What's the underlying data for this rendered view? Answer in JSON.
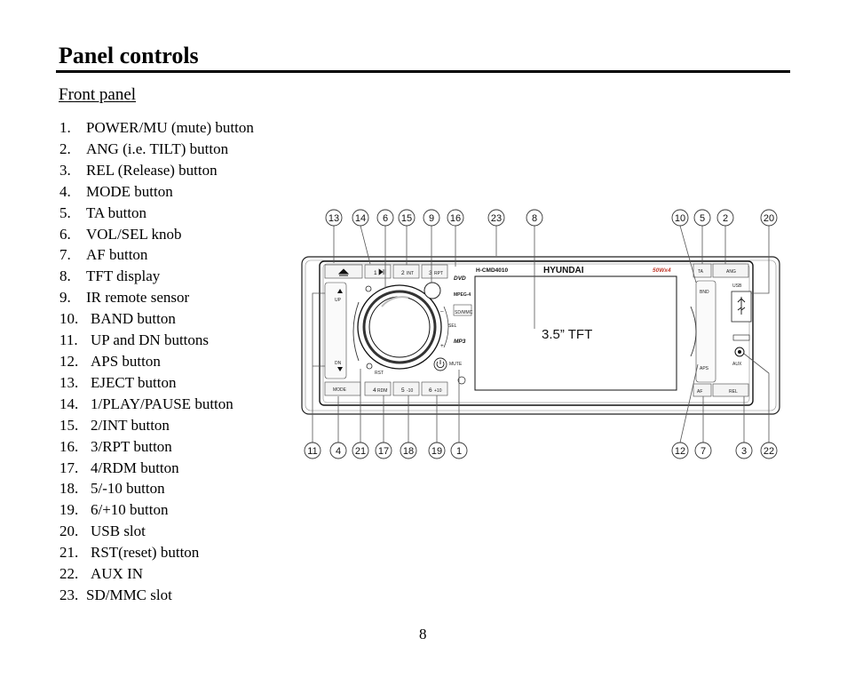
{
  "page": {
    "title": "Panel controls",
    "subtitle": "Front panel",
    "page_number": "8"
  },
  "items": [
    {
      "num": "1.",
      "label": "POWER/MU (mute) button"
    },
    {
      "num": "2.",
      "label": "ANG (i.e. TILT) button"
    },
    {
      "num": "3.",
      "label": "REL (Release) button"
    },
    {
      "num": "4.",
      "label": "MODE button"
    },
    {
      "num": "5.",
      "label": "TA button"
    },
    {
      "num": "6.",
      "label": "VOL/SEL knob"
    },
    {
      "num": "7.",
      "label": "AF button"
    },
    {
      "num": "8.",
      "label": "TFT display"
    },
    {
      "num": "9.",
      "label": "IR remote sensor"
    },
    {
      "num": "10.",
      "label": "BAND button"
    },
    {
      "num": "11.",
      "label": "UP and DN buttons"
    },
    {
      "num": "12.",
      "label": "APS button"
    },
    {
      "num": "13.",
      "label": "EJECT button"
    },
    {
      "num": "14.",
      "label": "1/PLAY/PAUSE button"
    },
    {
      "num": "15.",
      "label": "2/INT button"
    },
    {
      "num": "16.",
      "label": "3/RPT button"
    },
    {
      "num": "17.",
      "label": "4/RDM button"
    },
    {
      "num": "18.",
      "label": "5/-10 button"
    },
    {
      "num": "19.",
      "label": "6/+10 button"
    },
    {
      "num": "20.",
      "label": "USB slot"
    },
    {
      "num": "21.",
      "label": "RST(reset) button"
    },
    {
      "num": "22.",
      "label": "AUX IN"
    },
    {
      "num": "23.",
      "label": "SD/MMC slot"
    }
  ],
  "diagram": {
    "screen_text": "3.5” TFT",
    "model": "H-CMD4010",
    "brand": "HYUNDAI",
    "power_rating": "50Wx4",
    "labels": {
      "ta": "TA",
      "ang": "ANG",
      "bnd": "BND",
      "usb": "USB",
      "aps": "APS",
      "aux": "AUX",
      "af": "AF",
      "rel": "REL",
      "mode": "MODE",
      "up": "UP",
      "dn": "DN",
      "sel": "SEL",
      "mute": "MUTE",
      "rst": "RST",
      "btn1": "1",
      "btn2": "2",
      "btn2_sub": "INT",
      "btn3": "3",
      "btn3_sub": "RPT",
      "btn4": "4",
      "btn4_sub": "RDM",
      "btn5": "5",
      "btn5_sub": "-10",
      "btn6": "6",
      "btn6_sub": "+10",
      "logo_dvd": "DVD",
      "logo_mp3": "MP3",
      "logo_sd": "SD/MMC",
      "logo_mpeg": "MPEG-4",
      "minus": "–",
      "plus": "+"
    },
    "callouts_top": [
      "13",
      "14",
      "6",
      "15",
      "9",
      "16",
      "23",
      "8",
      "10",
      "5",
      "2",
      "20"
    ],
    "callouts_bottom": [
      "11",
      "4",
      "21",
      "17",
      "18",
      "19",
      "1",
      "12",
      "7",
      "3",
      "22"
    ]
  }
}
